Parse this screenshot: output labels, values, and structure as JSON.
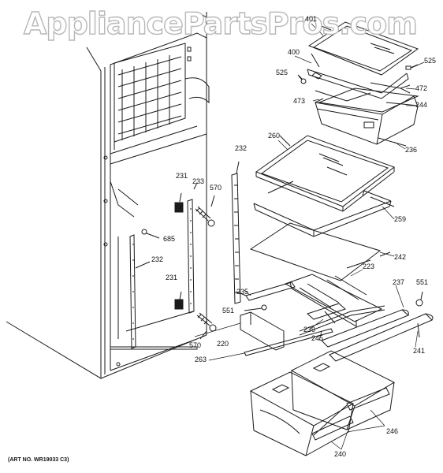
{
  "watermark": "AppliancePartsPros.com",
  "art_number": "(ART NO. WR19033 C3)",
  "labels": {
    "p401": "401",
    "p400": "400",
    "p525a": "525",
    "p525b": "525",
    "p472": "472",
    "p473": "473",
    "p244": "244",
    "p236": "236",
    "p260": "260",
    "p232a": "232",
    "p232b": "232",
    "p231a": "231",
    "p231b": "231",
    "p233": "233",
    "p570a": "570",
    "p570b": "570",
    "p685": "685",
    "p259": "259",
    "p242": "242",
    "p223": "223",
    "p237": "237",
    "p551a": "551",
    "p551b": "551",
    "p235": "235",
    "p239": "239",
    "p245": "245",
    "p220": "220",
    "p263": "263",
    "p241": "241",
    "p246": "246",
    "p240": "240"
  },
  "colors": {
    "line": "#1a1a1a",
    "watermark_outline": "#b8b8b8"
  }
}
